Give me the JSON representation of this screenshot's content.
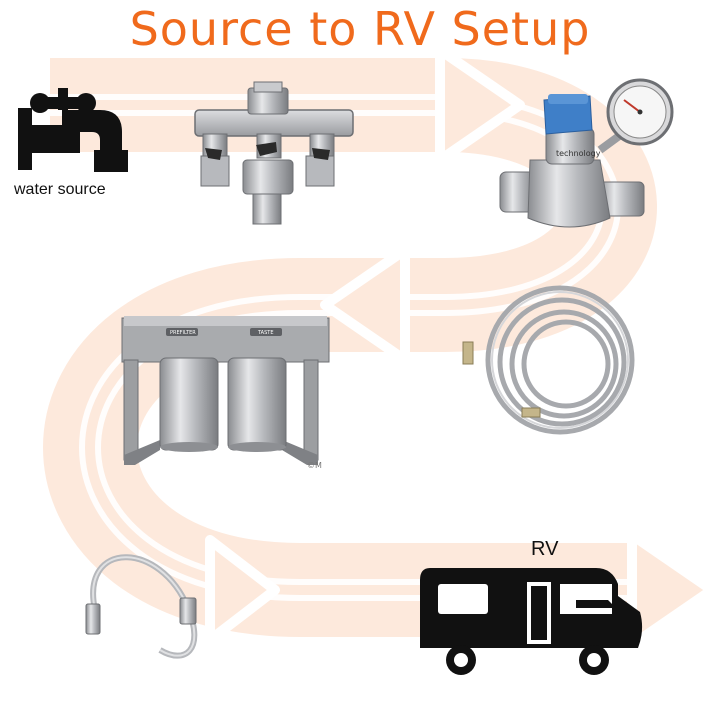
{
  "title": "Source to RV Setup",
  "labels": {
    "water_source": "water source",
    "rv": "RV",
    "filter_left_label": "PREFILTER",
    "filter_right_label": "TASTE",
    "regulator_brand": "technology",
    "watermark": "©M"
  },
  "colors": {
    "title": "#f06a1c",
    "path_fill": "#fde9dc",
    "path_outline": "#ffffff",
    "icon": "#111111",
    "metal_light": "#d9d9db",
    "metal_dark": "#8a8c90",
    "regulator_cap": "#3f7fc8",
    "valve_handle": "#2a2a2a"
  },
  "flow_steps": [
    {
      "name": "water-source",
      "icon": "faucet-icon",
      "label_key": "water_source"
    },
    {
      "name": "splitter",
      "icon": "manifold-valve-icon"
    },
    {
      "name": "pressure-regulator",
      "icon": "pressure-regulator-gauge-icon"
    },
    {
      "name": "supply-hose",
      "icon": "coiled-hose-icon"
    },
    {
      "name": "filters",
      "icon": "dual-canister-filter-icon"
    },
    {
      "name": "short-hose",
      "icon": "short-hose-icon"
    },
    {
      "name": "rv",
      "icon": "motorhome-icon",
      "label_key": "rv"
    }
  ]
}
